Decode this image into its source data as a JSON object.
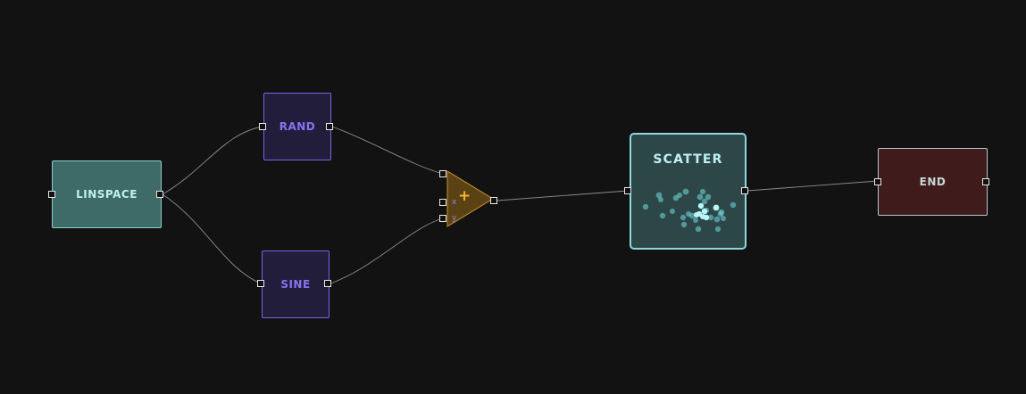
{
  "graph": {
    "nodes": {
      "linspace": {
        "label": "LINSPACE",
        "type": "source"
      },
      "rand": {
        "label": "RAND",
        "type": "transform"
      },
      "sine": {
        "label": "SINE",
        "type": "transform"
      },
      "add": {
        "symbol": "+",
        "input_labels": [
          "x",
          "y"
        ]
      },
      "scatter": {
        "label": "SCATTER",
        "type": "plot"
      },
      "end": {
        "label": "END",
        "type": "sink"
      }
    },
    "edges": [
      [
        "LINSPACE",
        "RAND"
      ],
      [
        "LINSPACE",
        "SINE"
      ],
      [
        "RAND",
        "+"
      ],
      [
        "SINE",
        "+"
      ],
      [
        "+",
        "SCATTER"
      ],
      [
        "SCATTER",
        "END"
      ]
    ],
    "colors": {
      "background": "#121212",
      "linspace_fill": "#3e6a67",
      "transform_fill": "#231d3c",
      "transform_border": "#7a62e6",
      "add_fill": "#5a4215",
      "add_border": "#c9922a",
      "scatter_fill": "#2d4648",
      "scatter_accent": "#74dde0",
      "end_fill": "#3f1b1c",
      "edge": "#8c8c8c"
    }
  }
}
